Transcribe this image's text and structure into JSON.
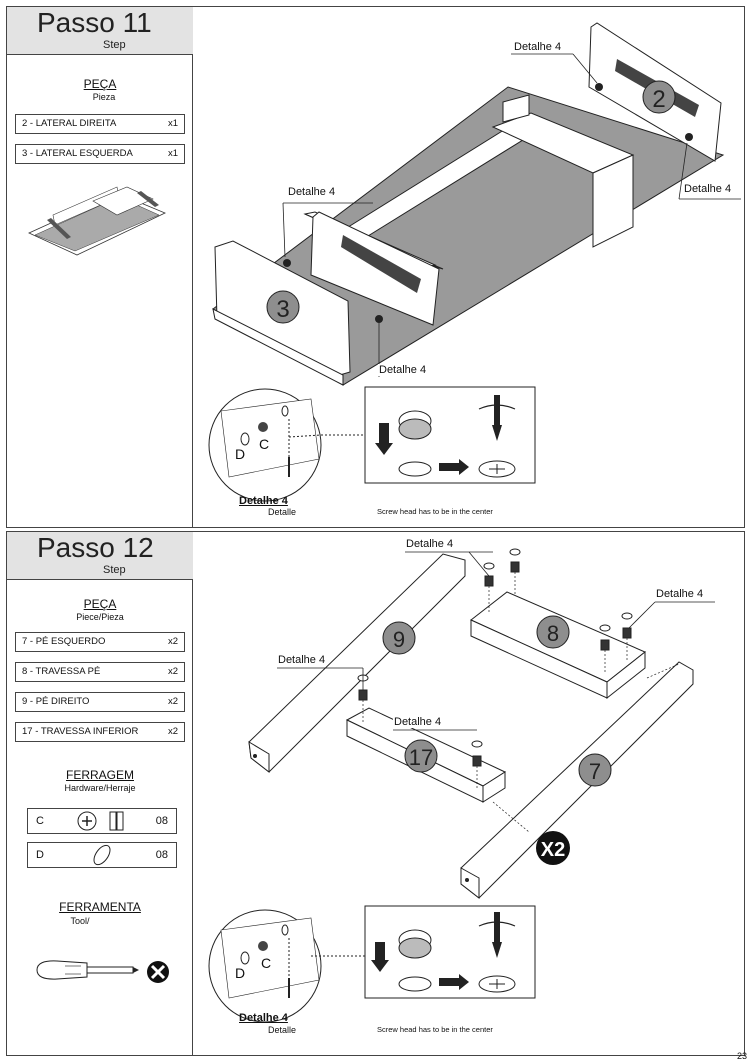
{
  "step11": {
    "title": "Passo 11",
    "subtitle": "Step",
    "parts_heading": "PEÇA",
    "parts_sub": "Pieza",
    "parts": [
      {
        "label": "2 - LATERAL DIREITA",
        "qty": "x1"
      },
      {
        "label": "3 - LATERAL ESQUERDA",
        "qty": "x1"
      }
    ],
    "callouts": [
      "Detalhe 4",
      "Detalhe 4",
      "Detalhe 4",
      "Detalhe 4"
    ],
    "part_numbers": [
      "2",
      "3"
    ],
    "detail_letters": [
      "D",
      "C"
    ],
    "detail_title": "Detalhe 4",
    "detail_sub": "Detalle",
    "caption": "Screw head has to be in the center"
  },
  "step12": {
    "title": "Passo 12",
    "subtitle": "Step",
    "parts_heading": "PEÇA",
    "parts_sub": "Piece/Pieza",
    "parts": [
      {
        "label": "7 - PÉ ESQUERDO",
        "qty": "x2"
      },
      {
        "label": "8 - TRAVESSA PÉ",
        "qty": "x2"
      },
      {
        "label": "9 - PÉ DIREITO",
        "qty": "x2"
      },
      {
        "label": "17 - TRAVESSA INFERIOR",
        "qty": "x2"
      }
    ],
    "hardware_heading": "FERRAGEM",
    "hardware_sub": "Hardware/Herraje",
    "hardware": [
      {
        "code": "C",
        "qty": "08"
      },
      {
        "code": "D",
        "qty": "08"
      }
    ],
    "tool_heading": "FERRAMENTA",
    "tool_sub": "Tool/",
    "callouts": [
      "Detalhe 4",
      "Detalhe 4",
      "Detalhe 4",
      "Detalhe 4"
    ],
    "part_numbers": [
      "9",
      "8",
      "17",
      "7"
    ],
    "multiplier": "X2",
    "detail_letters": [
      "D",
      "C"
    ],
    "detail_title": "Detalhe 4",
    "detail_sub": "Detalle",
    "caption": "Screw head has to be in the center"
  },
  "page_number": "23",
  "colors": {
    "panel_gray": "#9a9a9a",
    "header_gray": "#e3e3e3",
    "bubble_gray": "#8e8e8e"
  }
}
